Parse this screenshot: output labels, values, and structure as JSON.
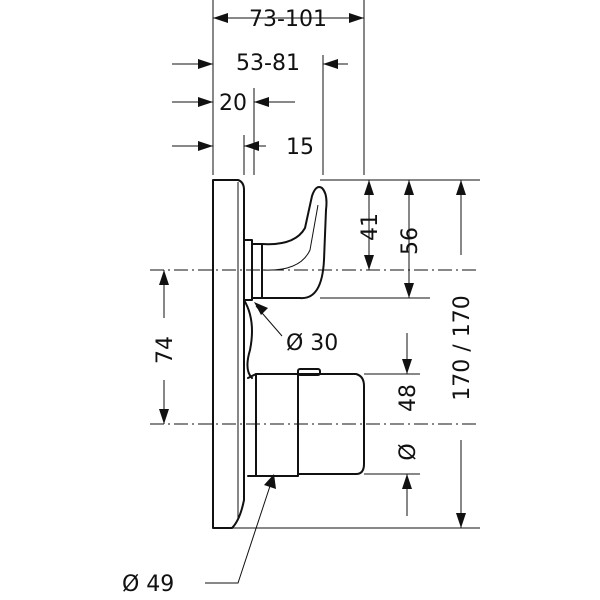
{
  "dimensions": {
    "depth_total": "73-101",
    "depth_body": "53-81",
    "plate_offset": "20",
    "handle_offset": "15",
    "upper_handle_height": "41",
    "upper_handle_span": "56",
    "cover_height": "170 / 170",
    "center_distance": "74",
    "knob_height": "48",
    "upper_diameter": "Ø 30",
    "knob_diameter": "Ø",
    "lower_diameter": "Ø 49"
  },
  "colors": {
    "line": "#111111",
    "background": "#ffffff"
  }
}
